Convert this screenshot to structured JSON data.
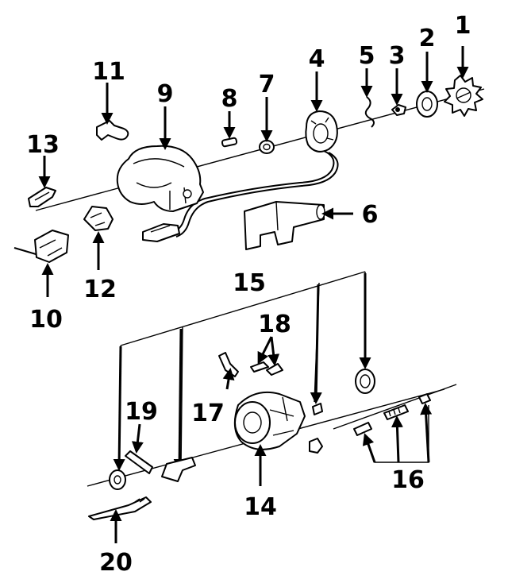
{
  "diagram": {
    "background_color": "#ffffff",
    "ink_color": "#000000",
    "labels": {
      "p1": "1",
      "p2": "2",
      "p3": "3",
      "p4": "4",
      "p5": "5",
      "p6": "6",
      "p7": "7",
      "p8": "8",
      "p9": "9",
      "p10": "10",
      "p11": "11",
      "p12": "12",
      "p13": "13",
      "p14": "14",
      "p15": "15",
      "p16": "16",
      "p17": "17",
      "p18": "18",
      "p19": "19",
      "p20": "20"
    }
  }
}
